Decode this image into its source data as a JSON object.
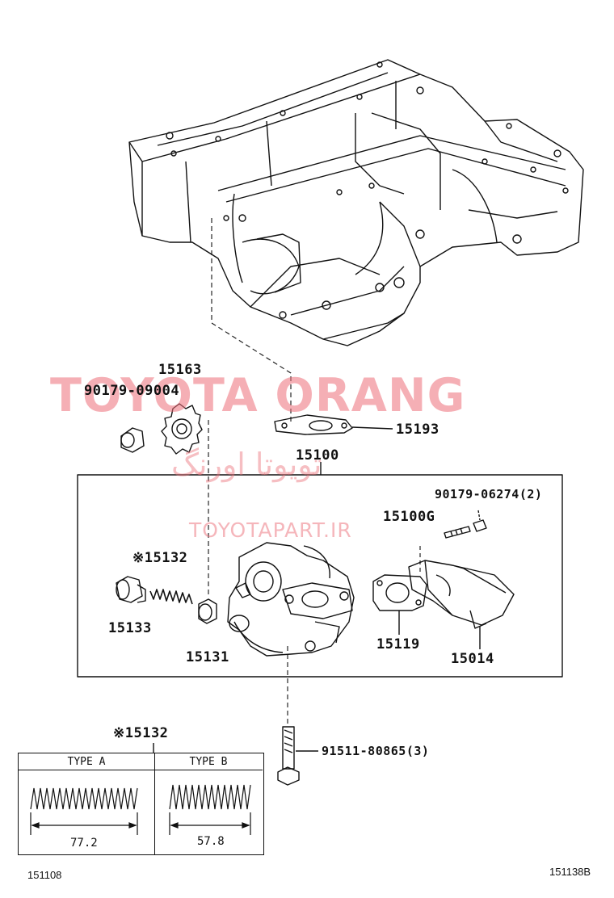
{
  "watermark": {
    "brand": "TOYOTA ORANG",
    "persian": "تویوتا اورنگ",
    "url": "TOYOTAPART.IR"
  },
  "parts": {
    "p15163": "15163",
    "p90179_09004": "90179-09004",
    "p15193": "15193",
    "p15100": "15100",
    "p90179_06274": "90179-06274(2)",
    "p15100G": "15100G",
    "p15132": "※15132",
    "p15133": "15133",
    "p15131": "15131",
    "p15119": "15119",
    "p15014": "15014",
    "p91511": "91511-80865(3)"
  },
  "spring_table": {
    "title": "※15132",
    "type_a": "TYPE A",
    "type_b": "TYPE B",
    "dim_a": "77.2",
    "dim_b": "57.8"
  },
  "footer": {
    "left_code": "151108",
    "right_code": "151138B"
  }
}
